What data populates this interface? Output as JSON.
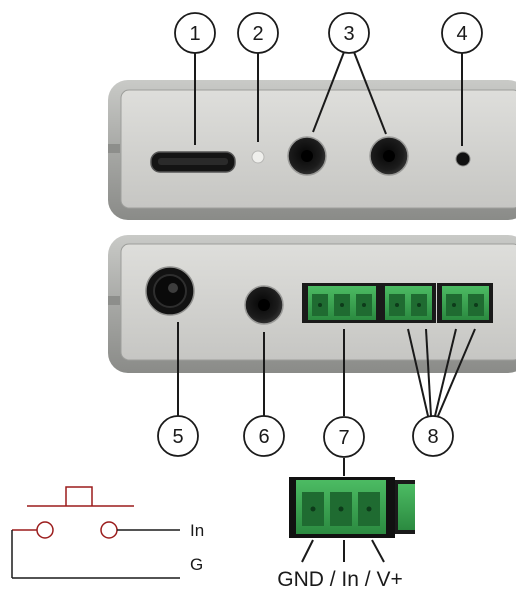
{
  "callouts": [
    "1",
    "2",
    "3",
    "4",
    "5",
    "6",
    "7",
    "8"
  ],
  "schematic": {
    "in_label": "In",
    "ground_label": "G"
  },
  "connector_detail": {
    "pin_label": "GND / In / V+"
  },
  "colors": {
    "housing": "#a9aaa7",
    "panel": "#d4d4d1",
    "terminal_green": "#3aa552",
    "switch_wire": "#9b1c1c"
  }
}
